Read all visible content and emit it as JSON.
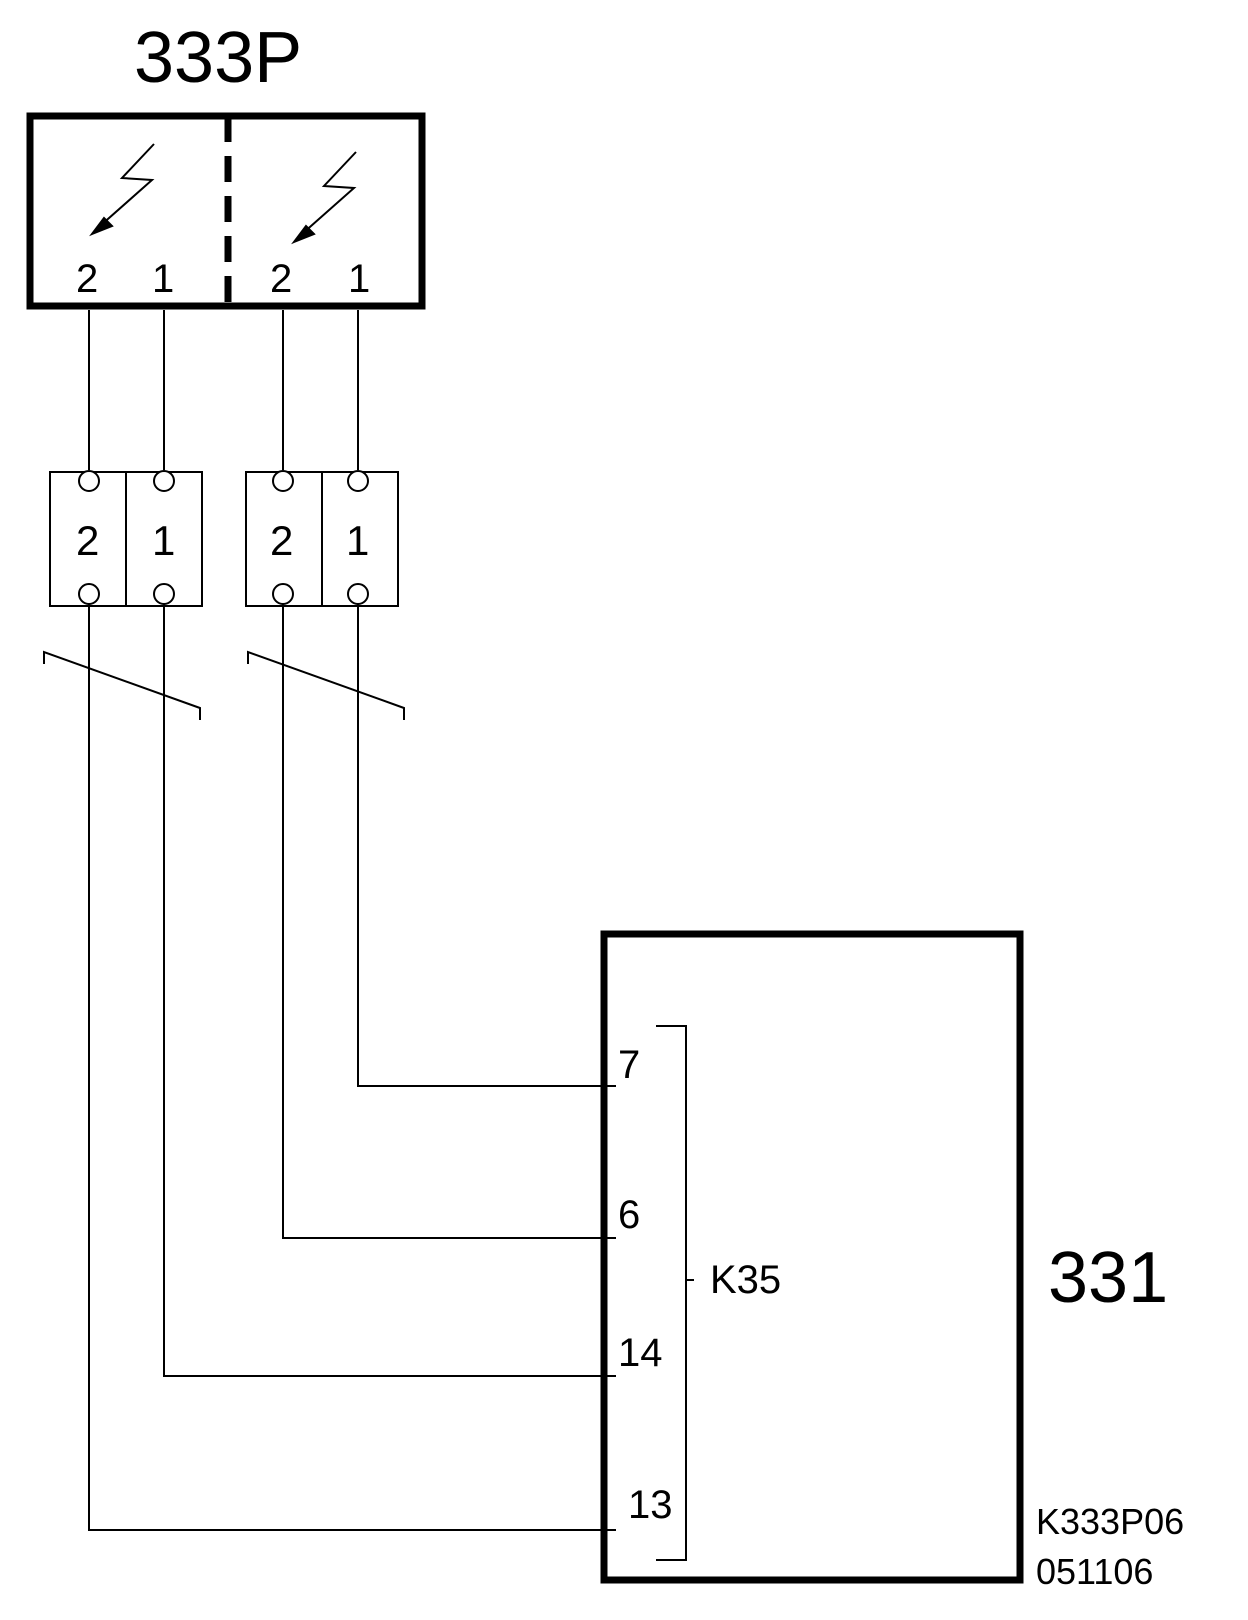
{
  "component_top": {
    "label": "333P",
    "pins_left": [
      "2",
      "1"
    ],
    "pins_right": [
      "2",
      "1"
    ]
  },
  "terminal_block_1": {
    "cells": [
      "2",
      "1"
    ]
  },
  "terminal_block_2": {
    "cells": [
      "2",
      "1"
    ]
  },
  "component_bottom": {
    "label": "331",
    "connector": "K35",
    "pins": [
      "7",
      "6",
      "14",
      "13"
    ]
  },
  "footer": {
    "drawing_id": "K333P06",
    "date_code": "051106"
  },
  "icons": [
    "lightning-arrow-icon",
    "lightning-arrow-icon"
  ]
}
